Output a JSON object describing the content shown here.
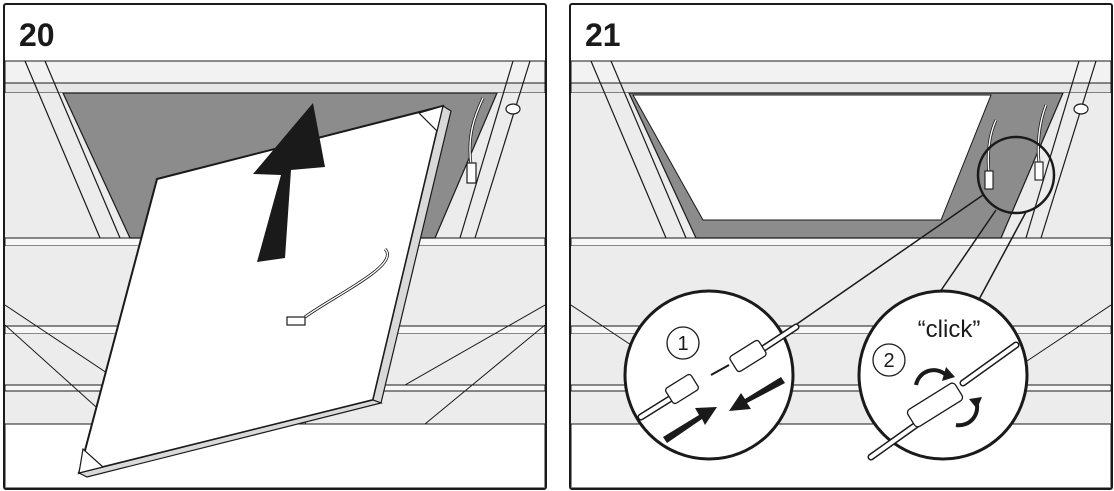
{
  "steps": [
    {
      "number": "20"
    },
    {
      "number": "21"
    }
  ],
  "callouts": {
    "step1_marker": "1",
    "step2_marker": "2",
    "click_label": "“click”"
  },
  "colors": {
    "line": "#1a1a1a",
    "ceiling_opening": "#8c8c8c",
    "beam_face": "#e8e8e8",
    "background": "#ffffff"
  }
}
